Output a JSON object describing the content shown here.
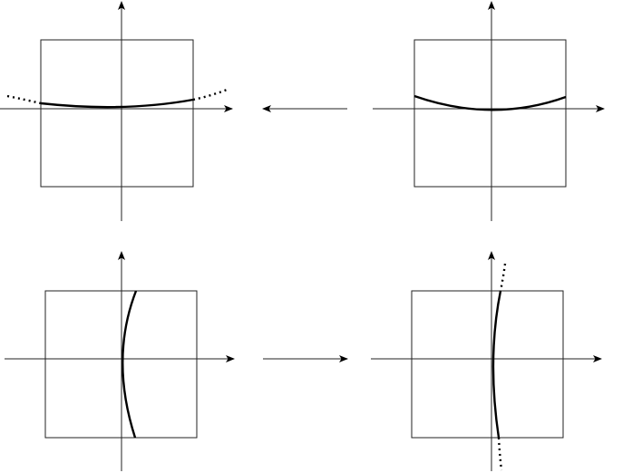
{
  "diagram": {
    "panels": [
      {
        "id": "top-left",
        "curve": "shallow-parabola",
        "dotted_extension": true
      },
      {
        "id": "top-right",
        "curve": "shallow-parabola",
        "dotted_extension": false
      },
      {
        "id": "bottom-left",
        "curve": "sideways-parabola",
        "dotted_extension": false
      },
      {
        "id": "bottom-right",
        "curve": "sideways-parabola",
        "dotted_extension": true
      }
    ],
    "arrows": [
      {
        "id": "top-arrow",
        "direction": "left"
      },
      {
        "id": "bottom-arrow",
        "direction": "right"
      }
    ]
  }
}
